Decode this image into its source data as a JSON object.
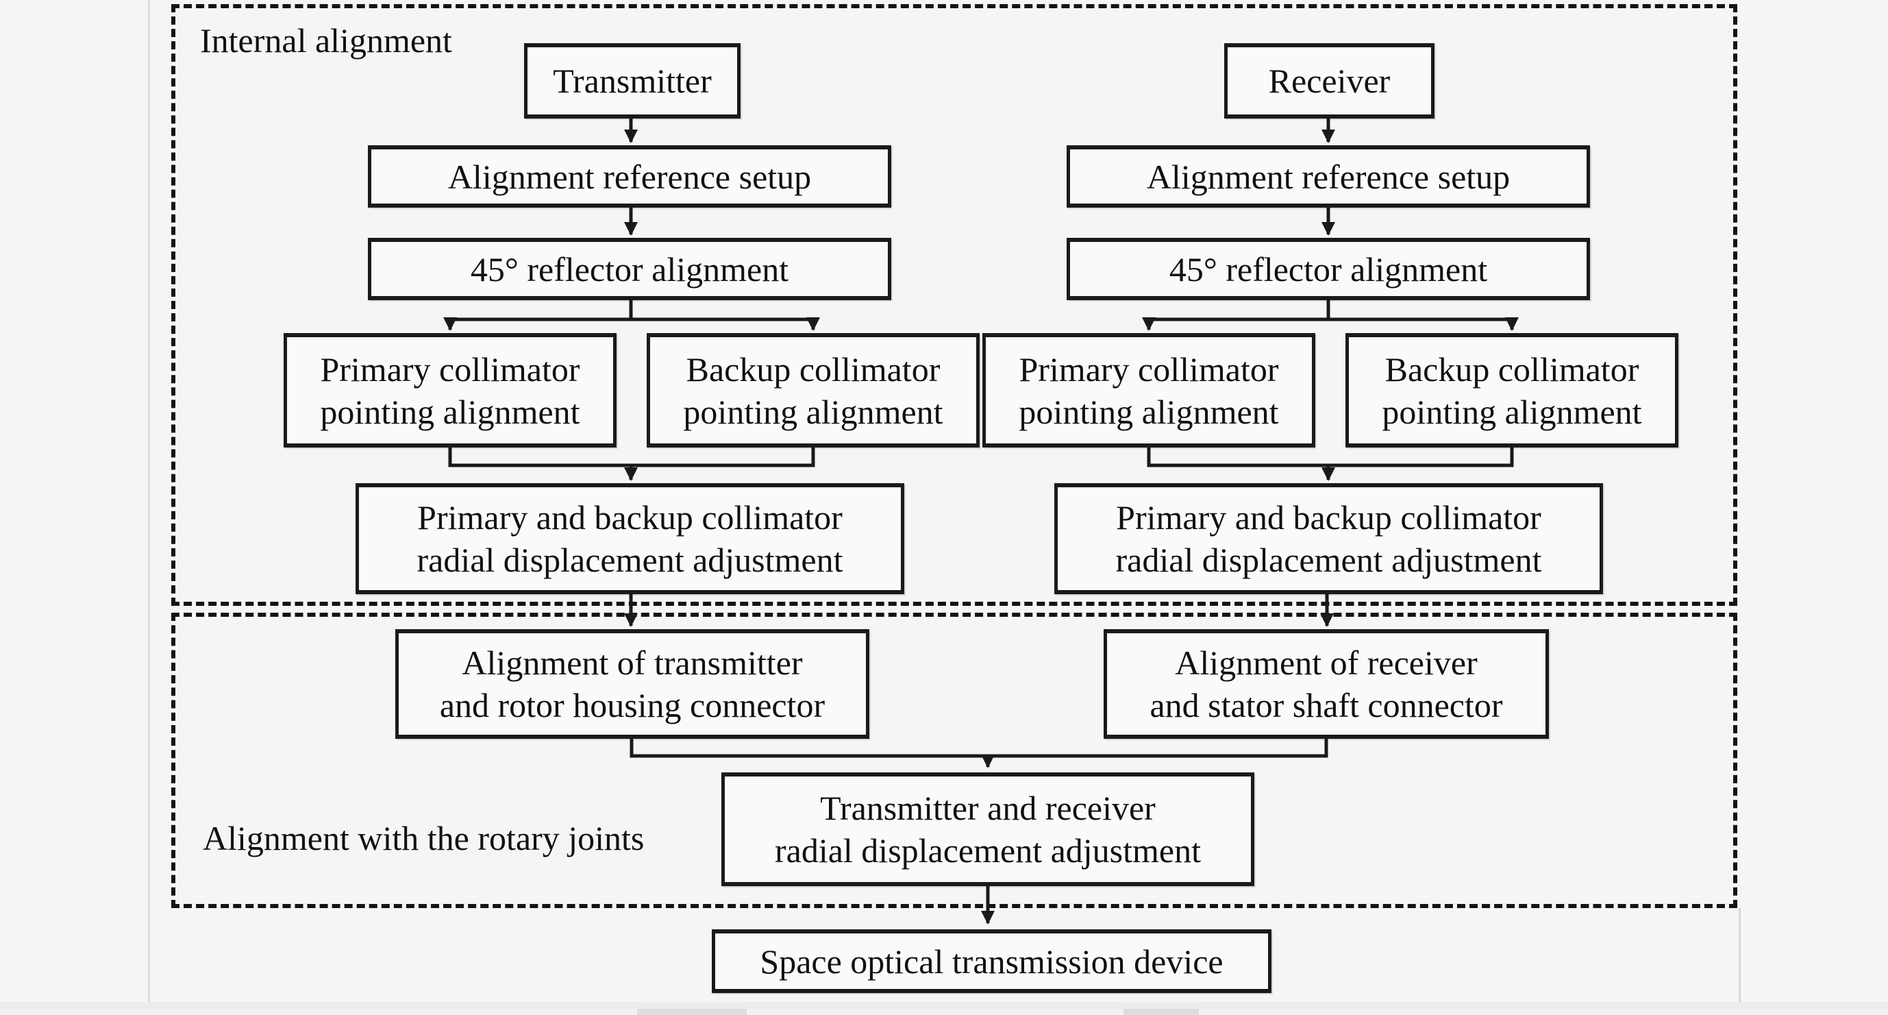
{
  "figure": {
    "sections": {
      "internal": {
        "label": "Internal alignment"
      },
      "rotary": {
        "label": "Alignment with the rotary joints"
      }
    },
    "nodes": {
      "transmitter": "Transmitter",
      "receiver": "Receiver",
      "tx_reference": "Alignment reference setup",
      "rx_reference": "Alignment reference setup",
      "tx_reflector": "45° reflector alignment",
      "rx_reflector": "45° reflector alignment",
      "tx_primary_collimator": "Primary collimator\npointing alignment",
      "tx_backup_collimator": "Backup collimator\npointing alignment",
      "rx_primary_collimator": "Primary collimator\npointing alignment",
      "rx_backup_collimator": "Backup collimator\npointing alignment",
      "tx_radial": "Primary and backup collimator\nradial displacement adjustment",
      "rx_radial": "Primary and backup collimator\nradial displacement adjustment",
      "tx_rotor_connector": "Alignment of transmitter\nand rotor housing connector",
      "rx_stator_connector": "Alignment of receiver\nand stator shaft connector",
      "txrx_radial": "Transmitter and receiver\nradial displacement adjustment",
      "final_device": "Space optical transmission device"
    },
    "colors": {
      "ink": "#1a1a1a",
      "background": "#f5f5f5",
      "box_fill": "#fafafa"
    }
  }
}
